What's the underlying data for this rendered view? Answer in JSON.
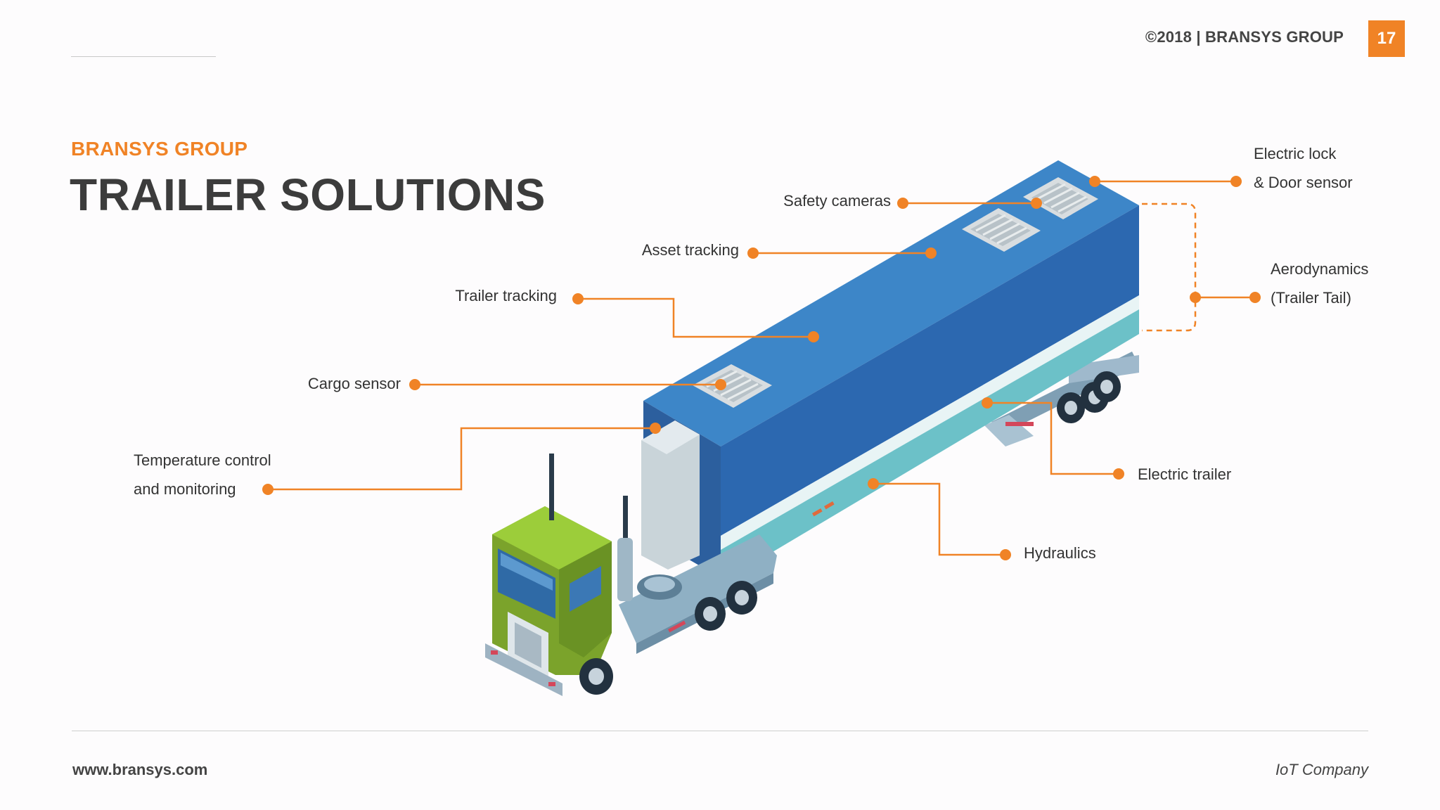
{
  "header": {
    "copyright": "©2018 | BRANSYS GROUP",
    "page_number": "17"
  },
  "slide": {
    "brand": "BRANSYS GROUP",
    "title": "TRAILER SOLUTIONS"
  },
  "callouts": {
    "electric_lock_line1": "Electric lock",
    "electric_lock_line2": "& Door sensor",
    "safety_cameras": "Safety cameras",
    "asset_tracking": "Asset tracking",
    "aerodynamics_line1": "Aerodynamics",
    "aerodynamics_line2": "(Trailer Tail)",
    "trailer_tracking": "Trailer tracking",
    "cargo_sensor": "Cargo sensor",
    "temperature_line1": "Temperature control",
    "temperature_line2": "and monitoring",
    "electric_trailer": "Electric trailer",
    "hydraulics": "Hydraulics"
  },
  "footer": {
    "website": "www.bransys.com",
    "tagline": "IoT Company"
  },
  "colors": {
    "accent": "#f08326",
    "trailer_top": "#3d86c8",
    "trailer_side": "#2c68b0",
    "trailer_lower": "#6cc1c8",
    "cab": "#8cbf2d"
  }
}
